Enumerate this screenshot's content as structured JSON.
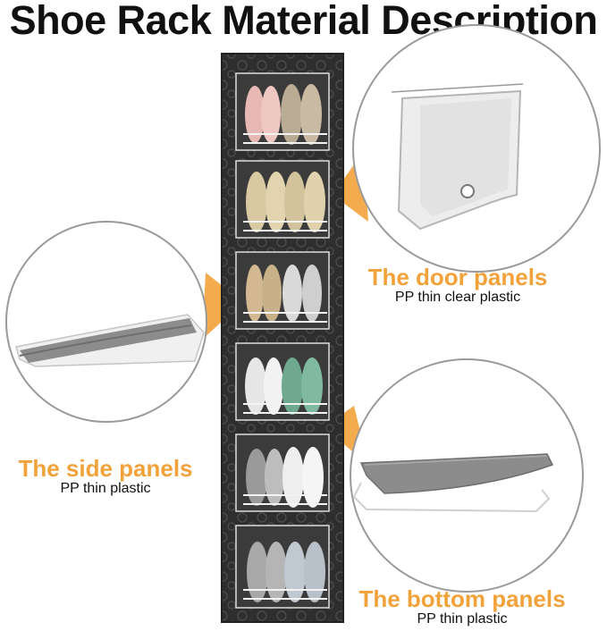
{
  "title": "Shoe Rack Material Description",
  "callouts": {
    "door": {
      "title": "The door panels",
      "subtitle": "PP thin clear plastic"
    },
    "side": {
      "title": "The side panels",
      "subtitle": "PP thin plastic"
    },
    "bottom": {
      "title": "The bottom panels",
      "subtitle": "PP thin plastic"
    }
  },
  "colors": {
    "accent": "#f2a23a",
    "rack": "#2b2b2b",
    "panel_gray": "#8c8c8c"
  }
}
